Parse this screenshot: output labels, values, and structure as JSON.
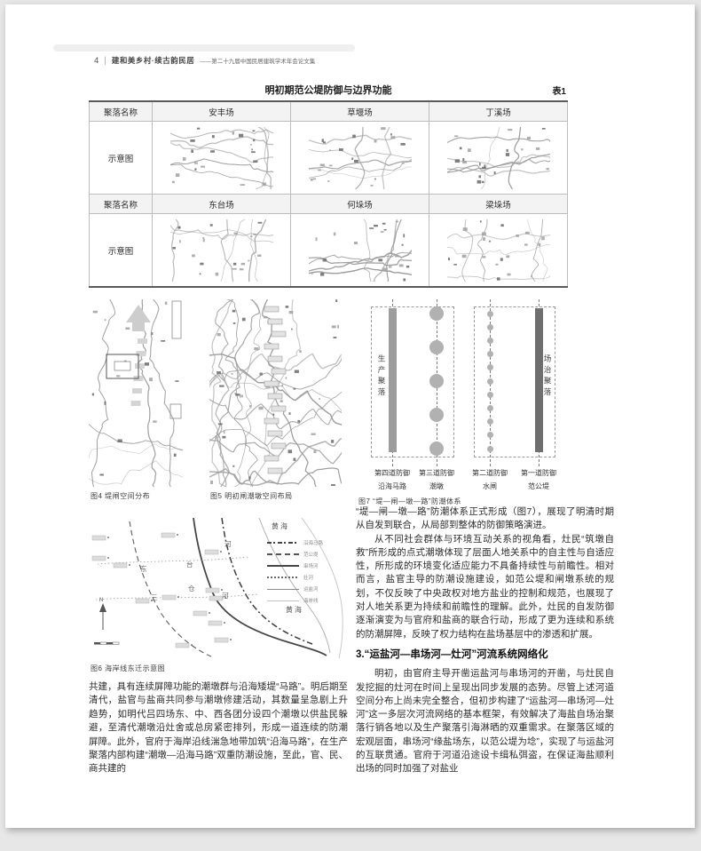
{
  "header": {
    "page_number": "4",
    "divider": "|",
    "title": "建和美乡村·续古韵民居",
    "subtitle": "——第二十九届中国民居建筑学术年会论文集"
  },
  "table1": {
    "title": "明初期范公堤防御与边界功能",
    "tag": "表1",
    "row_label_name": "聚落名称",
    "row_label_diagram": "示意图",
    "groups": [
      [
        "安丰场",
        "草堰场",
        "丁溪场"
      ],
      [
        "东台场",
        "何垛场",
        "梁垛场"
      ]
    ]
  },
  "fig4": {
    "caption": "图4  堤闸空间分布"
  },
  "fig5": {
    "caption": "图5  明初闸潮墩空间布局"
  },
  "fig6": {
    "caption": "图6  海岸线东迁示意图",
    "sea_top": "黄海",
    "sea_bottom": "黄海",
    "river_top": [
      "东",
      "台",
      "河"
    ],
    "river_bottom": [
      "三",
      "仓",
      "河"
    ],
    "north": "N",
    "legend": [
      "沿海马路",
      "范公堤",
      "串场河",
      "灶河",
      "运盐河",
      "海岸线"
    ]
  },
  "fig7": {
    "caption": "图7  “堤—闸—墩—路”防潮体系",
    "left_box": "生产聚落",
    "right_box": "场治聚落",
    "defenses": [
      {
        "title": "第四道防御",
        "name": "沿海马路",
        "glyph": "bar",
        "tone": "light"
      },
      {
        "title": "第三道防御",
        "name": "潮墩",
        "glyph": "circles",
        "count": 5,
        "r": 8
      },
      {
        "title": "第二道防御",
        "name": "水闸",
        "glyph": "circles",
        "count": 11,
        "r": 3.5
      },
      {
        "title": "第一道防御",
        "name": "范公堤",
        "glyph": "bar",
        "tone": "dark"
      }
    ]
  },
  "text": {
    "left_p": "共建，具有连续屏障功能的潮墩群与沿海矮堤“马路”。明后期至清代，盐官与盐商共同参与潮墩修建活动，其数量呈急剧上升趋势，如明代吕四场东、中、西各团分设四个潮墩以供盐民躲避，至清代潮墩沿灶舍或总房紧密排列，形成一道连续的防潮屏障。此外，官府于海岸沿线湍急地带加筑“沿海马路”，在生产聚落内部构建“潮墩—沿海马路”双重防潮设施，至此，官、民、商共建的",
    "right_p1": "“堤—闸—墩—路”防潮体系正式形成（图7），展现了明清时期从自发到联合，从局部到整体的防御策略演进。",
    "right_p2": "从不同社会群体与环境互动关系的视角看，灶民“筑墩自救”所形成的点式潮墩体现了层面人地关系中的自主性与自适应性，所形成的环境变化适应能力不具备持续性与前瞻性。相对而言，盐官主导的防潮设施建设，如范公堤和闸墩系统的规划，不仅反映了中央政权对地方盐业的控制和规范，也展现了对人地关系更为持续和前瞻性的理解。此外，灶民的自发防御逐渐演变为与官府和盐商的联合行动，形成了更为连续和系统的防潮屏障，反映了权力结构在盐场基层中的渗透和扩展。",
    "heading3": "3.“运盐河—串场河—灶河”河流系统网络化",
    "right_p3": "明初，由官府主导开凿运盐河与串场河的开凿，与灶民自发挖掘的灶河在时间上呈现出同步发展的态势。尽管上述河道空间分布上尚未完全整合，但初步构建了“运盐河—串场河—灶河”这一多层次河流网络的基本框架，有效解决了海盐自场治聚落行销各地以及生产聚落引海淋晒的双重需求。在聚落区域的宏观层面，串场河“缘盐场东，以范公堤为埝”，实现了与运盐河的互联贯通。官府于河道沿途设卡缉私弭盗，在保证海盐顺利出场的同时加强了对盐业"
  }
}
